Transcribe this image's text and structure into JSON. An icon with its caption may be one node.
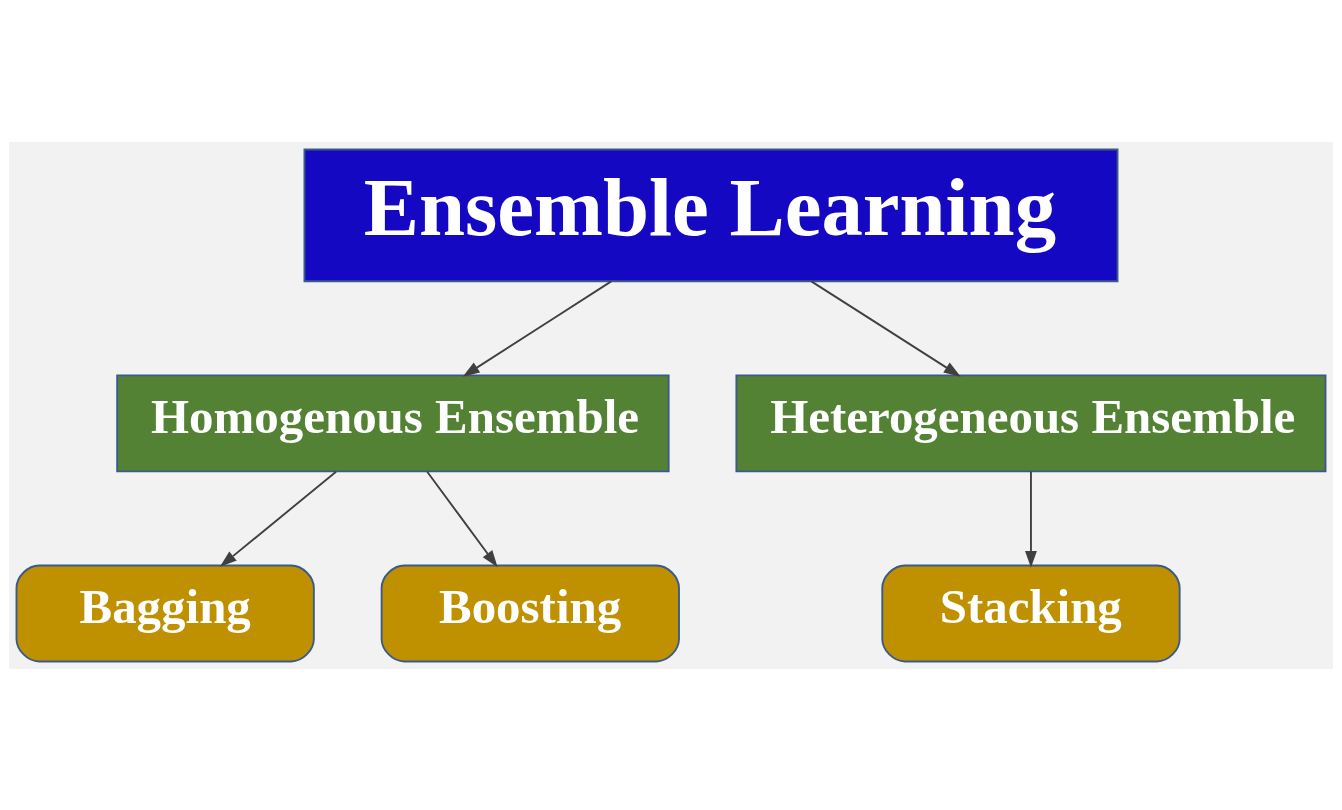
{
  "diagram": {
    "nodes": [
      {
        "text": [
          "Ensemble Learning"
        ]
      },
      {
        "text": [
          "Homogenous Ensemble"
        ]
      },
      {
        "text": [
          "Heterogeneous Ensemble"
        ]
      },
      {
        "text": [
          "Bagging"
        ]
      },
      {
        "text": [
          "Boosting"
        ]
      },
      {
        "text": [
          "Stacking"
        ]
      }
    ],
    "edges": [
      {
        "from": 0,
        "to": 1,
        "arrow": "to"
      },
      {
        "from": 0,
        "to": 2,
        "arrow": "to"
      },
      {
        "from": 1,
        "to": 3,
        "arrow": "to"
      },
      {
        "from": 1,
        "to": 4,
        "arrow": "to"
      },
      {
        "from": 2,
        "to": 5,
        "arrow": "to"
      }
    ]
  }
}
